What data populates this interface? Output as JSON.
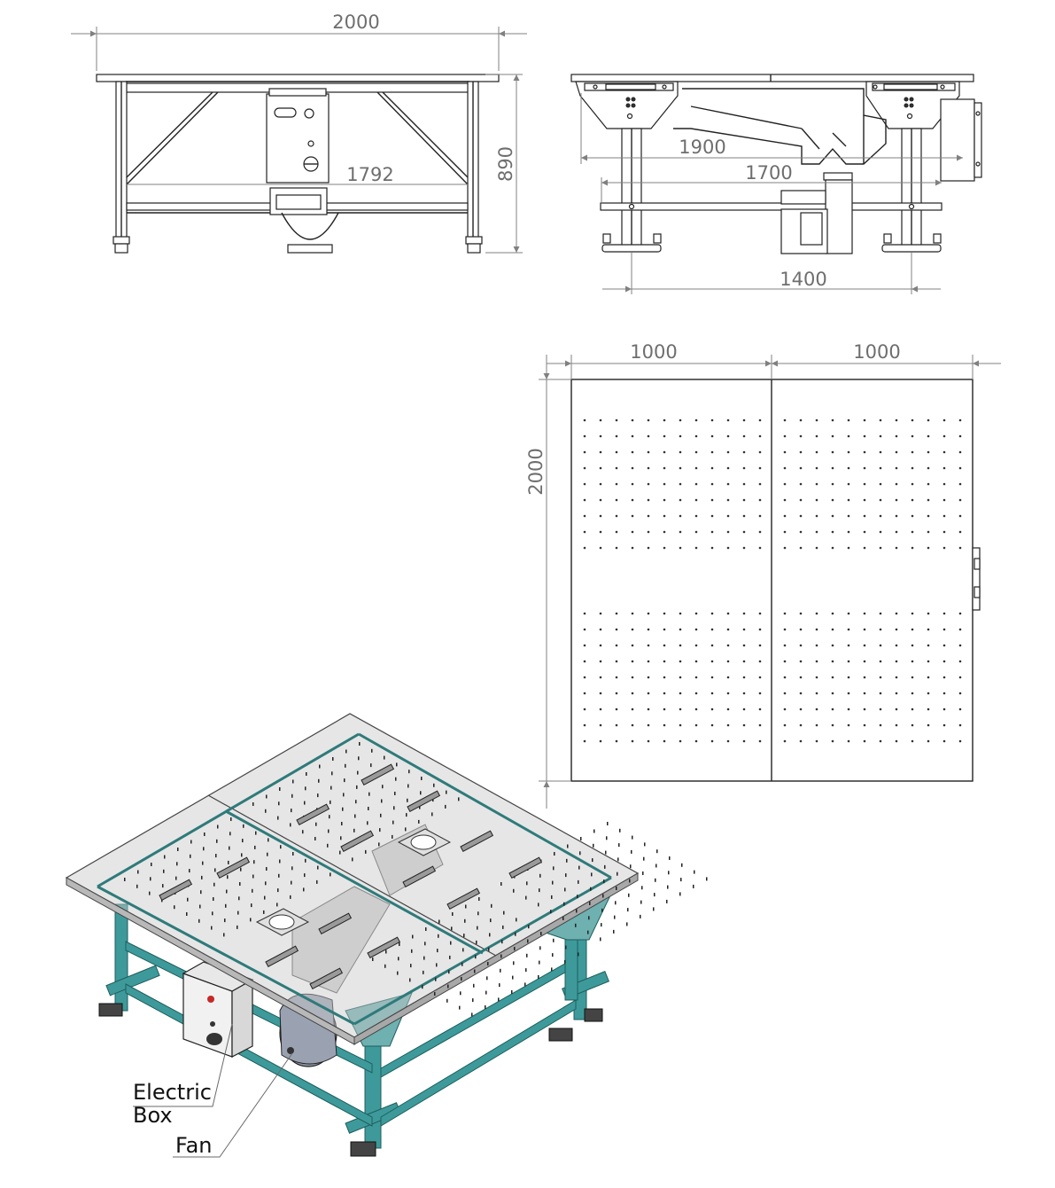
{
  "dimensions": {
    "front_width": "2000",
    "front_inner_width": "1792",
    "front_height": "890",
    "side_length_1900": "1900",
    "side_length_1700": "1700",
    "side_leg_span": "1400",
    "top_left_width": "1000",
    "top_right_width": "1000",
    "top_depth": "2000"
  },
  "callouts": {
    "electric_box_line1": "Electric",
    "electric_box_line2": "Box",
    "fan": "Fan"
  },
  "colors": {
    "frame_teal": "#3e9a9a",
    "frame_teal_dark": "#1f6a6a",
    "glass_top": "#c8c8c8",
    "dimension_gray": "#808080",
    "line_dark": "#222222"
  }
}
